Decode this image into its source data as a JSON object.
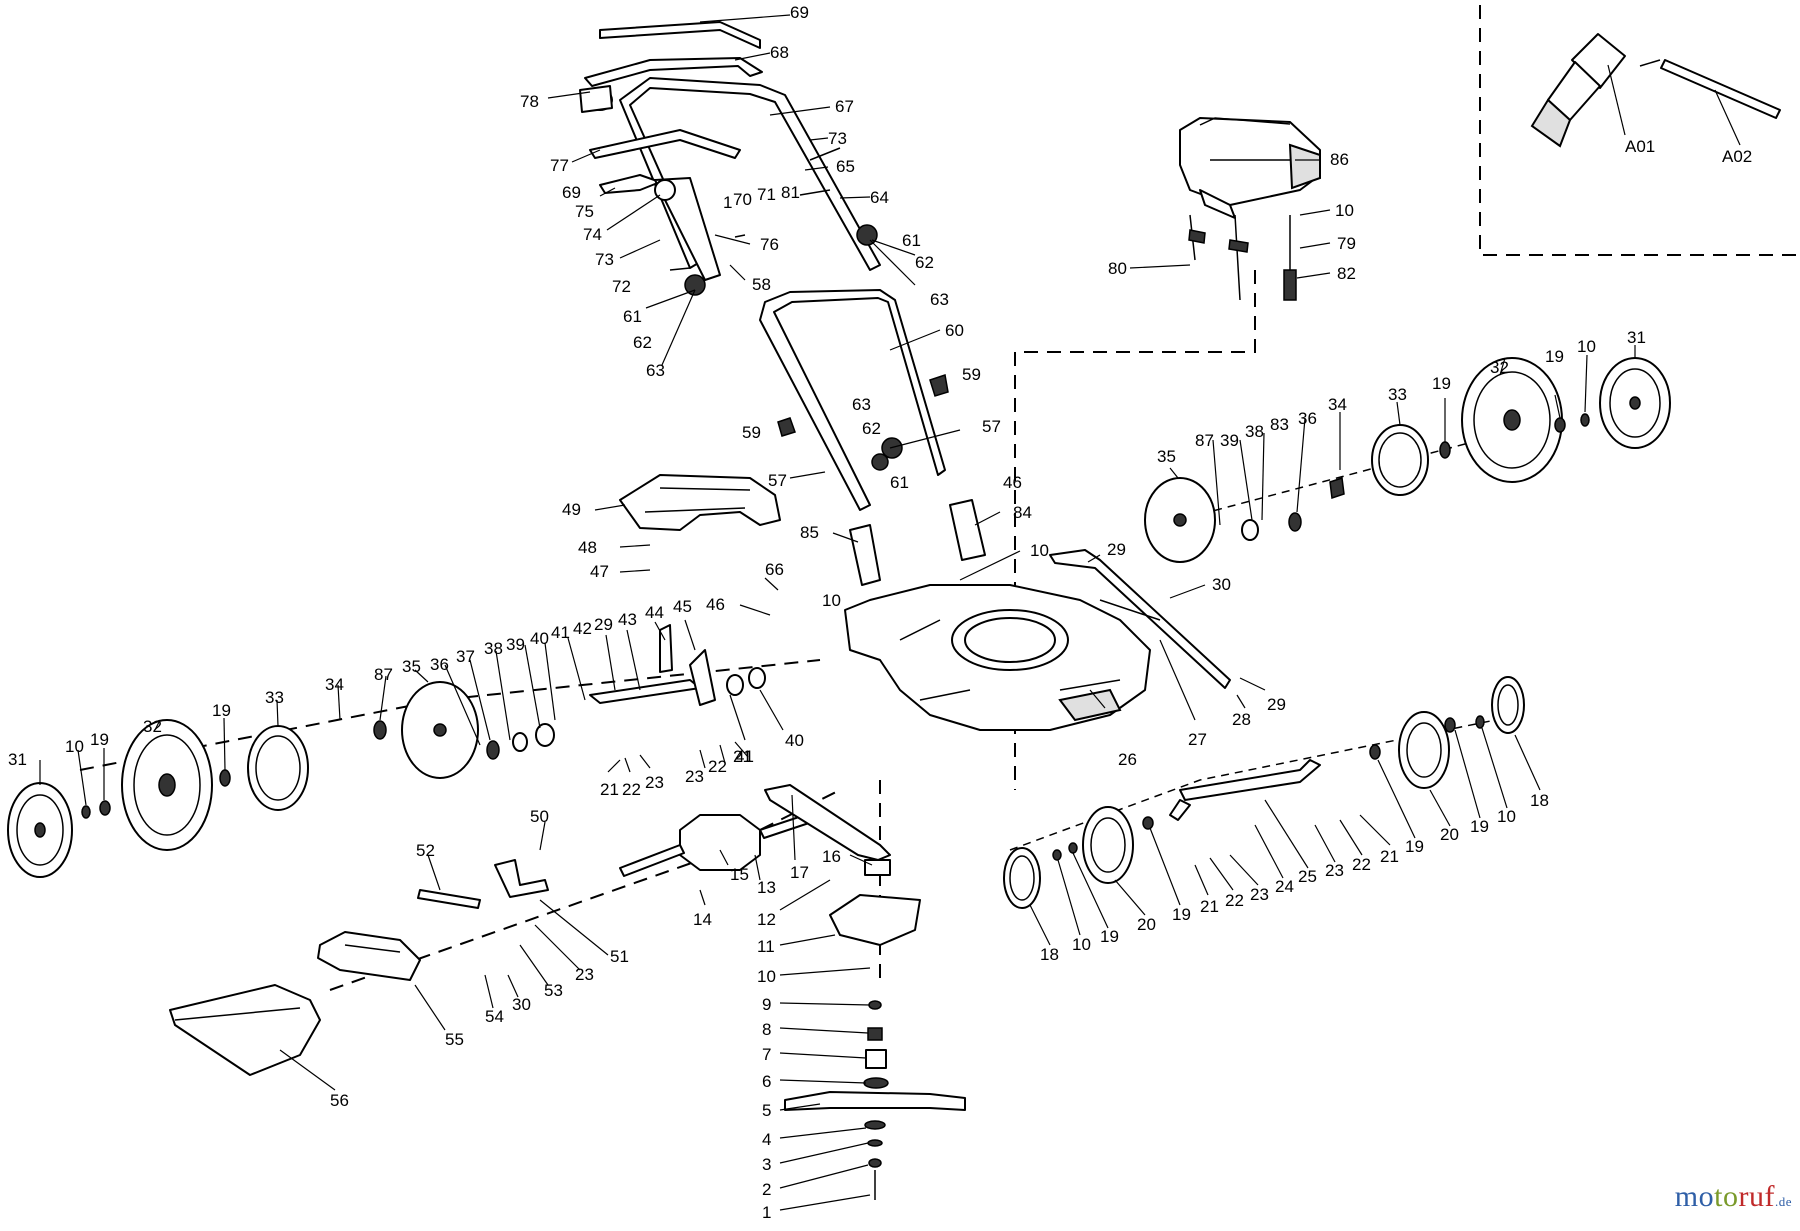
{
  "diagram": {
    "callouts": [
      {
        "id": "c69a",
        "label": "69"
      },
      {
        "id": "c68",
        "label": "68"
      },
      {
        "id": "c78",
        "label": "78"
      },
      {
        "id": "c67",
        "label": "67"
      },
      {
        "id": "c77",
        "label": "77"
      },
      {
        "id": "c73a",
        "label": "73"
      },
      {
        "id": "c65",
        "label": "65"
      },
      {
        "id": "c64",
        "label": "64"
      },
      {
        "id": "c69b",
        "label": "69"
      },
      {
        "id": "c75",
        "label": "75"
      },
      {
        "id": "c70",
        "label": "70"
      },
      {
        "id": "c71",
        "label": "71"
      },
      {
        "id": "c81",
        "label": "81"
      },
      {
        "id": "c1b",
        "label": "1"
      },
      {
        "id": "c74",
        "label": "74"
      },
      {
        "id": "c76",
        "label": "76"
      },
      {
        "id": "c73b",
        "label": "73"
      },
      {
        "id": "c72",
        "label": "72"
      },
      {
        "id": "c58",
        "label": "58"
      },
      {
        "id": "c61a",
        "label": "61"
      },
      {
        "id": "c62a",
        "label": "62"
      },
      {
        "id": "c63a",
        "label": "63"
      },
      {
        "id": "c61b",
        "label": "61"
      },
      {
        "id": "c62b",
        "label": "62"
      },
      {
        "id": "c63b",
        "label": "63"
      },
      {
        "id": "c60",
        "label": "60"
      },
      {
        "id": "c59a",
        "label": "59"
      },
      {
        "id": "c59b",
        "label": "59"
      },
      {
        "id": "c63c",
        "label": "63"
      },
      {
        "id": "c62c",
        "label": "62"
      },
      {
        "id": "c61c",
        "label": "61"
      },
      {
        "id": "c57a",
        "label": "57"
      },
      {
        "id": "c57b",
        "label": "57"
      },
      {
        "id": "c46a",
        "label": "46"
      },
      {
        "id": "c84",
        "label": "84"
      },
      {
        "id": "c85",
        "label": "85"
      },
      {
        "id": "c10a",
        "label": "10"
      },
      {
        "id": "c49",
        "label": "49"
      },
      {
        "id": "c48",
        "label": "48"
      },
      {
        "id": "c47",
        "label": "47"
      },
      {
        "id": "c66",
        "label": "66"
      },
      {
        "id": "c46b",
        "label": "46"
      },
      {
        "id": "c10b",
        "label": "10"
      },
      {
        "id": "c86",
        "label": "86"
      },
      {
        "id": "c10c",
        "label": "10"
      },
      {
        "id": "c79",
        "label": "79"
      },
      {
        "id": "c80",
        "label": "80"
      },
      {
        "id": "c82",
        "label": "82"
      },
      {
        "id": "cA01",
        "label": "A01"
      },
      {
        "id": "cA02",
        "label": "A02"
      },
      {
        "id": "c31a",
        "label": "31"
      },
      {
        "id": "c10d",
        "label": "10"
      },
      {
        "id": "c19a",
        "label": "19"
      },
      {
        "id": "c32a",
        "label": "32"
      },
      {
        "id": "c33a",
        "label": "33"
      },
      {
        "id": "c19b",
        "label": "19"
      },
      {
        "id": "c34a",
        "label": "34"
      },
      {
        "id": "c36a",
        "label": "36"
      },
      {
        "id": "c83",
        "label": "83"
      },
      {
        "id": "c38a",
        "label": "38"
      },
      {
        "id": "c39a",
        "label": "39"
      },
      {
        "id": "c87a",
        "label": "87"
      },
      {
        "id": "c35a",
        "label": "35"
      },
      {
        "id": "c29a",
        "label": "29"
      },
      {
        "id": "c30a",
        "label": "30"
      },
      {
        "id": "c29b",
        "label": "29"
      },
      {
        "id": "c28",
        "label": "28"
      },
      {
        "id": "c27",
        "label": "27"
      },
      {
        "id": "c26",
        "label": "26"
      },
      {
        "id": "c31b",
        "label": "31"
      },
      {
        "id": "c10e",
        "label": "10"
      },
      {
        "id": "c19c",
        "label": "19"
      },
      {
        "id": "c32b",
        "label": "32"
      },
      {
        "id": "c19d",
        "label": "19"
      },
      {
        "id": "c33b",
        "label": "33"
      },
      {
        "id": "c34b",
        "label": "34"
      },
      {
        "id": "c87b",
        "label": "87"
      },
      {
        "id": "c35b",
        "label": "35"
      },
      {
        "id": "c37",
        "label": "37"
      },
      {
        "id": "c36b",
        "label": "36"
      },
      {
        "id": "c38b",
        "label": "38"
      },
      {
        "id": "c39b",
        "label": "39"
      },
      {
        "id": "c40a",
        "label": "40"
      },
      {
        "id": "c41a",
        "label": "41"
      },
      {
        "id": "c42",
        "label": "42"
      },
      {
        "id": "c29c",
        "label": "29"
      },
      {
        "id": "c43",
        "label": "43"
      },
      {
        "id": "c44",
        "label": "44"
      },
      {
        "id": "c45",
        "label": "45"
      },
      {
        "id": "c40b",
        "label": "40"
      },
      {
        "id": "c41b",
        "label": "41"
      },
      {
        "id": "c21a",
        "label": "21"
      },
      {
        "id": "c22a",
        "label": "22"
      },
      {
        "id": "c23a",
        "label": "23"
      },
      {
        "id": "c23b",
        "label": "23"
      },
      {
        "id": "c22b",
        "label": "22"
      },
      {
        "id": "c21b",
        "label": "21"
      },
      {
        "id": "c50",
        "label": "50"
      },
      {
        "id": "c52",
        "label": "52"
      },
      {
        "id": "c15",
        "label": "15"
      },
      {
        "id": "c13",
        "label": "13"
      },
      {
        "id": "c14",
        "label": "14"
      },
      {
        "id": "c51",
        "label": "51"
      },
      {
        "id": "c23c",
        "label": "23"
      },
      {
        "id": "c53",
        "label": "53"
      },
      {
        "id": "c30b",
        "label": "30"
      },
      {
        "id": "c54",
        "label": "54"
      },
      {
        "id": "c55",
        "label": "55"
      },
      {
        "id": "c56",
        "label": "56"
      },
      {
        "id": "c17",
        "label": "17"
      },
      {
        "id": "c16",
        "label": "16"
      },
      {
        "id": "c12",
        "label": "12"
      },
      {
        "id": "c11",
        "label": "11"
      },
      {
        "id": "c10f",
        "label": "10"
      },
      {
        "id": "c9",
        "label": "9"
      },
      {
        "id": "c8",
        "label": "8"
      },
      {
        "id": "c7",
        "label": "7"
      },
      {
        "id": "c6",
        "label": "6"
      },
      {
        "id": "c5",
        "label": "5"
      },
      {
        "id": "c4",
        "label": "4"
      },
      {
        "id": "c3",
        "label": "3"
      },
      {
        "id": "c2",
        "label": "2"
      },
      {
        "id": "c1",
        "label": "1"
      },
      {
        "id": "c18a",
        "label": "18"
      },
      {
        "id": "c10g",
        "label": "10"
      },
      {
        "id": "c19e",
        "label": "19"
      },
      {
        "id": "c20a",
        "label": "20"
      },
      {
        "id": "c19f",
        "label": "19"
      },
      {
        "id": "c21c",
        "label": "21"
      },
      {
        "id": "c22c",
        "label": "22"
      },
      {
        "id": "c23d",
        "label": "23"
      },
      {
        "id": "c24",
        "label": "24"
      },
      {
        "id": "c25",
        "label": "25"
      },
      {
        "id": "c23e",
        "label": "23"
      },
      {
        "id": "c22d",
        "label": "22"
      },
      {
        "id": "c21d",
        "label": "21"
      },
      {
        "id": "c19g",
        "label": "19"
      },
      {
        "id": "c20b",
        "label": "20"
      },
      {
        "id": "c19h",
        "label": "19"
      },
      {
        "id": "c10h",
        "label": "10"
      },
      {
        "id": "c18b",
        "label": "18"
      }
    ]
  },
  "watermark": {
    "part1": "mo",
    "part2": "to",
    "part3": "ruf",
    "tld": ".de"
  }
}
